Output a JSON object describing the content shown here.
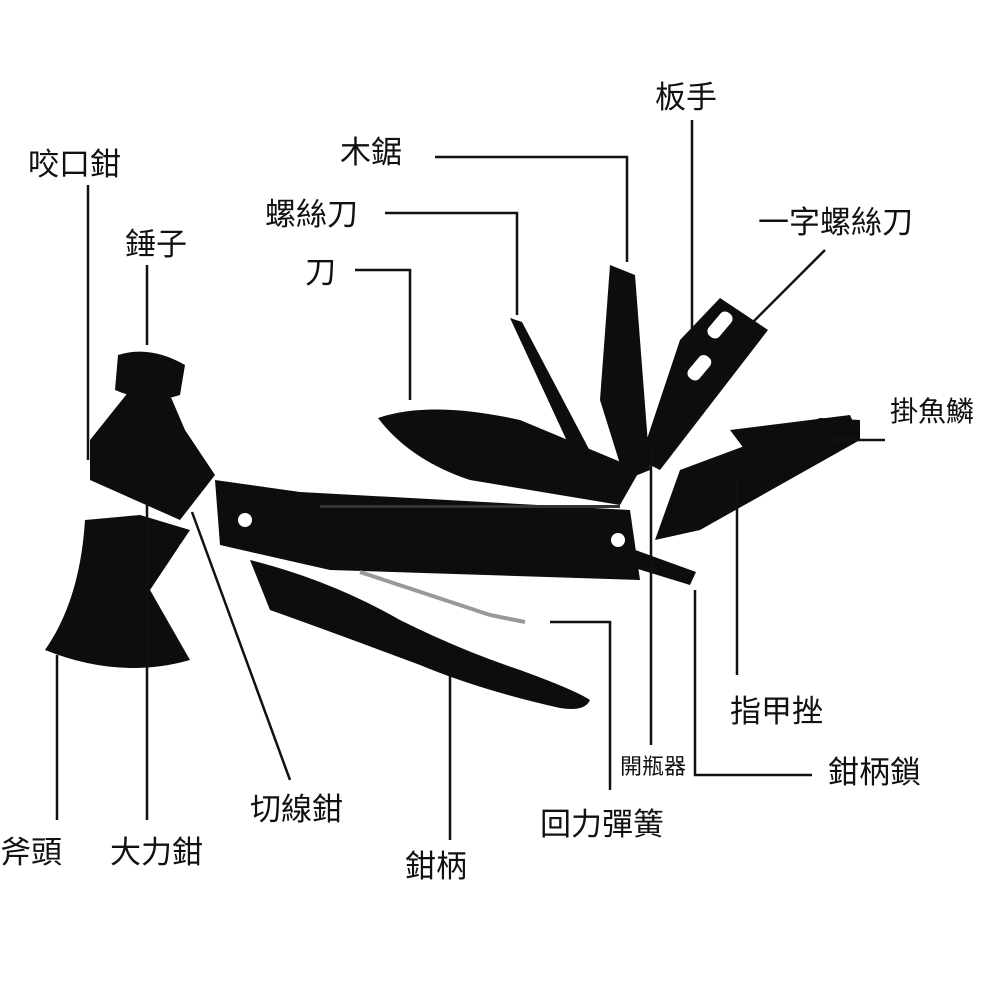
{
  "labels": {
    "wrench": "板手",
    "saw": "木鋸",
    "bite_pliers": "咬口鉗",
    "screwdriver": "螺絲刀",
    "flat_screwdriver": "一字螺絲刀",
    "hammer": "錘子",
    "knife": "刀",
    "fish_scaler": "掛魚鱗",
    "nail_file": "指甲挫",
    "bottle_opener": "開瓶器",
    "handle_lock": "鉗柄鎖",
    "return_spring": "回力彈簧",
    "wire_cutter": "切線鉗",
    "axe_head": "斧頭",
    "locking_pliers": "大力鉗",
    "plier_handle": "鉗柄"
  },
  "colors": {
    "tool": "#0d0d0d",
    "line": "#111111",
    "background": "#ffffff"
  }
}
